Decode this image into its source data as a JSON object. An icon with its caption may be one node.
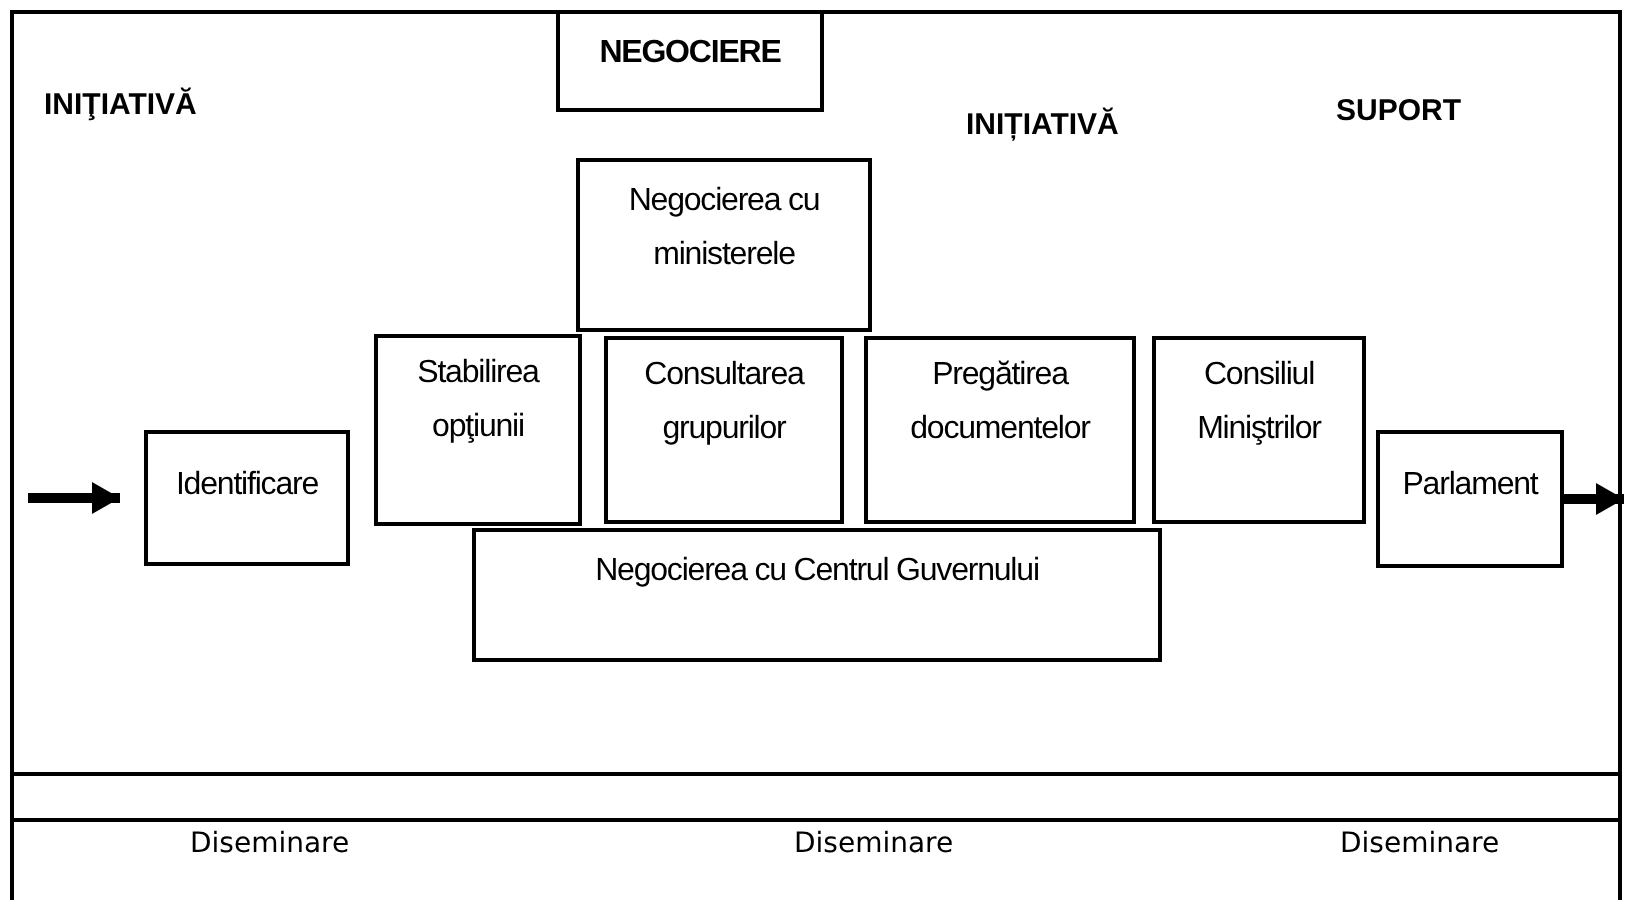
{
  "diagram": {
    "nodes": [
      {
        "text": [
          "NEGOCIERE"
        ]
      },
      {
        "text": [
          "Negocierea cu ministerele"
        ]
      },
      {
        "text": [
          "Identificare"
        ]
      },
      {
        "text": [
          "Stabilirea opţiunii"
        ]
      },
      {
        "text": [
          "Consultarea grupurilor"
        ]
      },
      {
        "text": [
          "Pregătirea documentelor"
        ]
      },
      {
        "text": [
          "Consiliul Miniştrilor"
        ]
      },
      {
        "text": [
          "Parlament"
        ]
      },
      {
        "text": [
          "Negocierea cu Centrul Guvernului"
        ]
      },
      {
        "text": [],
        "shape": "bar"
      }
    ],
    "edges": [
      {
        "from": null,
        "to": 2,
        "arrow": "to"
      },
      {
        "from": 7,
        "to": null,
        "arrow": "to"
      }
    ],
    "labels": [
      "INIŢIATIVĂ",
      "INIȚIATIVĂ",
      "SUPORT",
      "Diseminare",
      "Diseminare",
      "Diseminare"
    ]
  }
}
